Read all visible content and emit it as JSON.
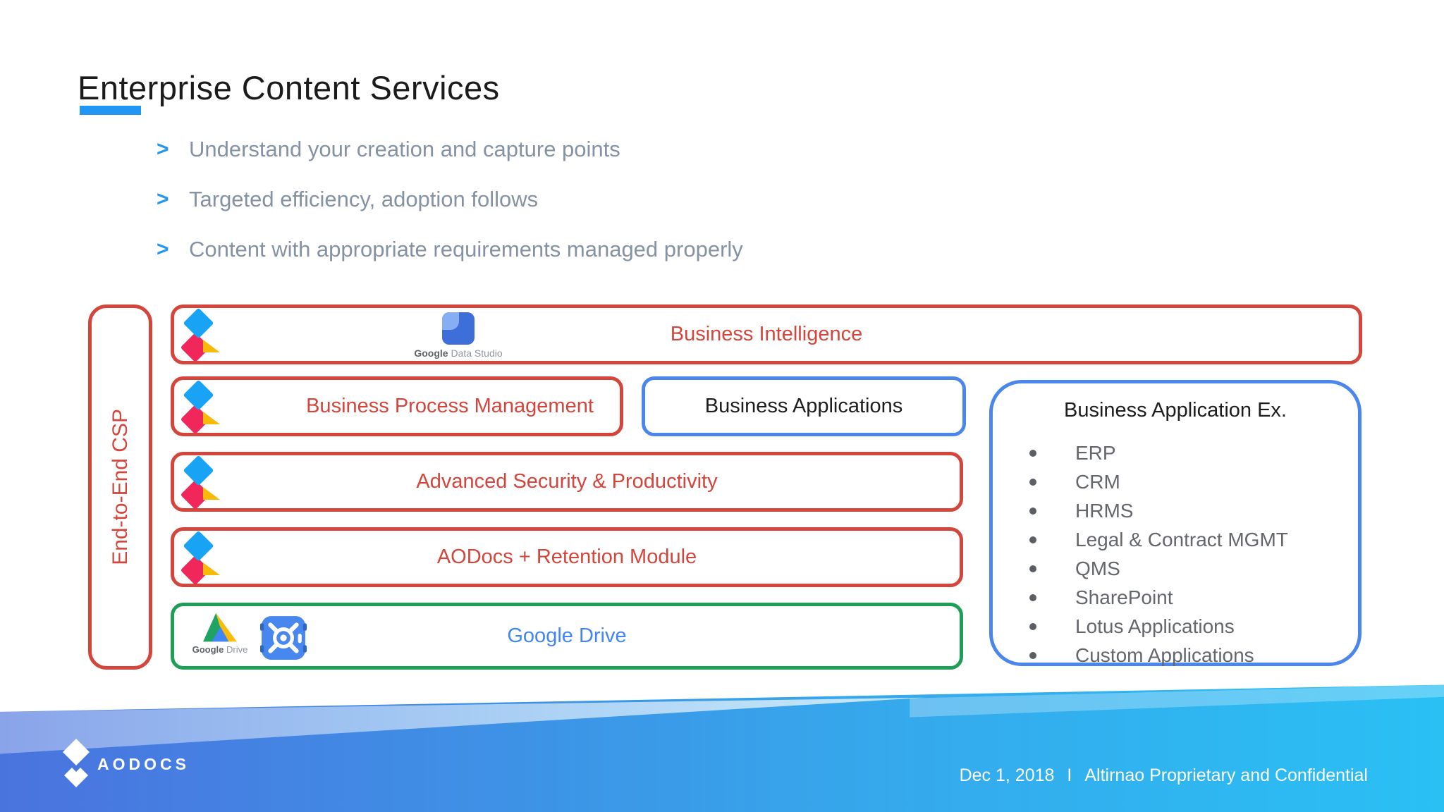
{
  "slide": {
    "title": "Enterprise Content Services",
    "bullet_marker": ">",
    "bullets": [
      "Understand your creation and capture points",
      "Targeted efficiency, adoption follows",
      "Content with appropriate requirements managed properly"
    ],
    "diagram": {
      "side_label": "End-to-End CSP",
      "rows": {
        "business_intelligence": "Business Intelligence",
        "business_process_management": "Business Process Management",
        "business_applications": "Business Applications",
        "advanced_security": "Advanced Security & Productivity",
        "aodocs_retention": "AODocs + Retention Module",
        "google_drive": "Google Drive"
      },
      "example_box": {
        "title": "Business Application Ex.",
        "items": [
          "ERP",
          "CRM",
          "HRMS",
          "Legal & Contract MGMT",
          "QMS",
          "SharePoint",
          "Lotus Applications",
          "Custom Applications"
        ]
      }
    },
    "logos": {
      "data_studio": {
        "strong": "Google",
        "rest": " Data Studio"
      },
      "google_drive": {
        "strong": "Google",
        "rest": " Drive"
      }
    },
    "footer": {
      "brand": "AODOCS",
      "date": "Dec 1, 2018",
      "separator": "I",
      "confidential": "Altirnao Proprietary and Confidential"
    },
    "colors": {
      "accent_blue": "#2196f3",
      "red": "#d4453b",
      "blue_border": "#4a86ec",
      "green_border": "#1f9e57",
      "drive_text": "#4285f4",
      "bullet_text": "#8592a4",
      "footer_gradient_left": "#4a73de",
      "footer_gradient_right": "#2ac0f4"
    }
  }
}
